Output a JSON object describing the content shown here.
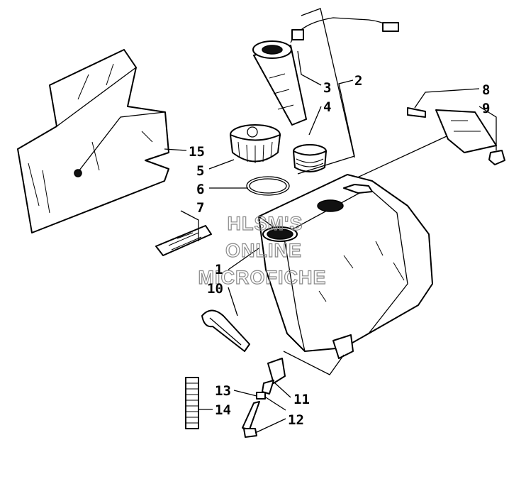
{
  "callouts": [
    {
      "id": "1",
      "text": "1"
    },
    {
      "id": "2",
      "text": "2"
    },
    {
      "id": "3",
      "text": "3"
    },
    {
      "id": "4",
      "text": "4"
    },
    {
      "id": "5",
      "text": "5"
    },
    {
      "id": "6",
      "text": "6"
    },
    {
      "id": "7",
      "text": "7"
    },
    {
      "id": "8",
      "text": "8"
    },
    {
      "id": "9",
      "text": "9"
    },
    {
      "id": "10",
      "text": "10"
    },
    {
      "id": "11",
      "text": "11"
    },
    {
      "id": "12",
      "text": "12"
    },
    {
      "id": "13",
      "text": "13"
    },
    {
      "id": "14",
      "text": "14"
    },
    {
      "id": "15",
      "text": "15"
    }
  ],
  "watermark": {
    "line1": "HLSM'S",
    "line2": "ONLINE",
    "line3": "MICROFICHE"
  }
}
